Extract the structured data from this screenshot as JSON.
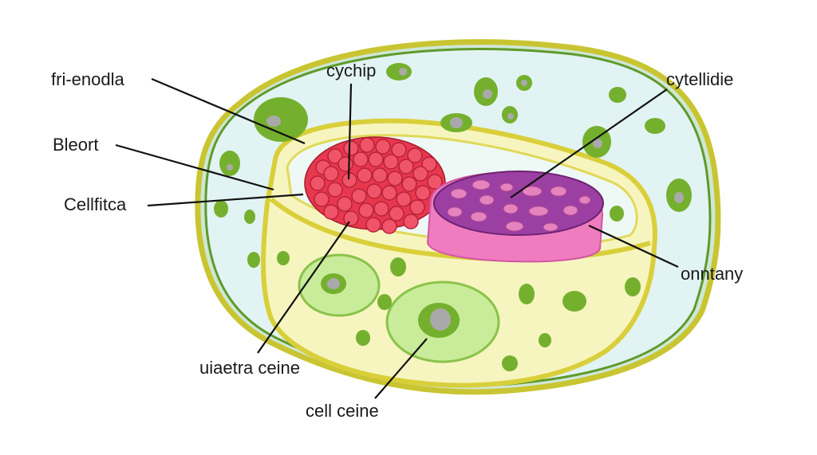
{
  "labels": {
    "fri_enodla": "fri-enodla",
    "bleort": "Bleort",
    "cellfitca": "Cellfitca",
    "cychip": "cychip",
    "cytellidie": "cytellidie",
    "onntany": "onntany",
    "uiaetra_ceine": "uiaetra ceine",
    "cell_ceine": "cell ceine"
  },
  "colors": {
    "outer_membrane": "#6e9e1e",
    "cytoplasm": "#e2f3f3",
    "inner_body": "#f7f5bf",
    "inner_outline": "#d9cf3a",
    "vacuole": "#c9ec9a",
    "vacuole_outline": "#7cb83a",
    "organelle": "#74b02e",
    "organelle_core": "#a9a9a9",
    "red_cluster": "#e8384d",
    "nucleus_outer": "#f07cc0",
    "nucleus_inner": "#9b3fa3",
    "nucleolus": "#e583bf",
    "leader_line": "#111111"
  }
}
